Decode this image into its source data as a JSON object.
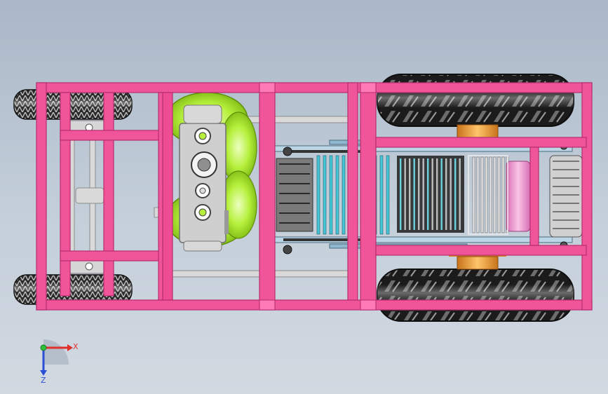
{
  "viewport": {
    "background_top": "#a9b7c7",
    "background_bottom": "#d2d9e1"
  },
  "model": {
    "frame_color": "#f0559a",
    "frame_edge": "#b62e6f",
    "tire_color": "#1a1a1a",
    "rim_color": "#e3e3e3",
    "rotor_color": "#b6f03c",
    "hub_color": "#f29a2e",
    "blade_color": "#45c6d8",
    "roller_color": "#ea88c8",
    "housing_color": "#c9c9c9",
    "parts": [
      "rear-left-caster-wheel",
      "rear-right-caster-wheel",
      "front-left-drive-wheel",
      "front-right-drive-wheel",
      "gearbox-housing",
      "cutter-rotor-left",
      "cutter-rotor-right",
      "rotary-tiller-assembly",
      "finishing-roller"
    ]
  },
  "triad": {
    "x_label": "X",
    "z_label": "Z",
    "x_color": "#e0312c",
    "y_color": "#2fbf3a",
    "z_color": "#2a4fd6"
  }
}
